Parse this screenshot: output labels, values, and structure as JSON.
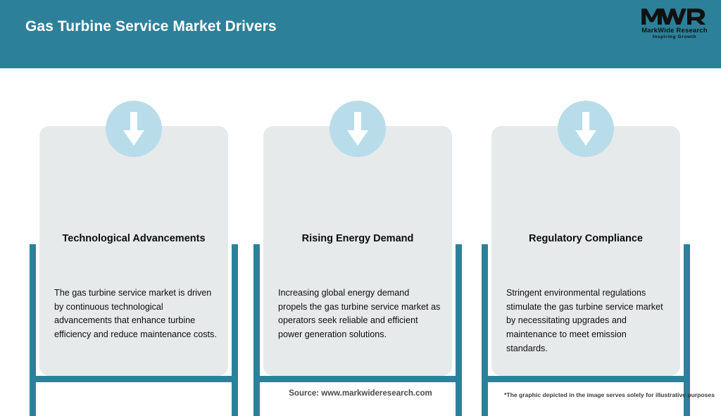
{
  "header": {
    "title": "Gas Turbine Service Market Drivers",
    "background_color": "#2d8099",
    "title_color": "#ffffff"
  },
  "logo": {
    "mark": "MWR",
    "name": "MarkWide Research",
    "tagline": "Inspiring Growth"
  },
  "theme": {
    "accent_teal": "#2d8099",
    "icon_circle_blue": "#b8dcea",
    "panel_grey": "#e6eaeb",
    "arrow_white": "#ffffff"
  },
  "cards": [
    {
      "icon": "arrow-down-icon",
      "title": "Technological Advancements",
      "body": "The gas turbine service market is driven by continuous technological advancements that enhance turbine efficiency and reduce maintenance costs."
    },
    {
      "icon": "arrow-down-icon",
      "title": "Rising Energy Demand",
      "body": "Increasing global energy demand propels the gas turbine service market as operators seek reliable and efficient power generation solutions."
    },
    {
      "icon": "arrow-down-icon",
      "title": "Regulatory Compliance",
      "body": "Stringent environmental regulations stimulate the gas turbine service market by necessitating upgrades and maintenance to meet emission standards."
    }
  ],
  "footer": {
    "source": "Source: www.markwideresearch.com",
    "disclaimer": "*The graphic depicted in the image serves solely for illustrative purposes"
  }
}
